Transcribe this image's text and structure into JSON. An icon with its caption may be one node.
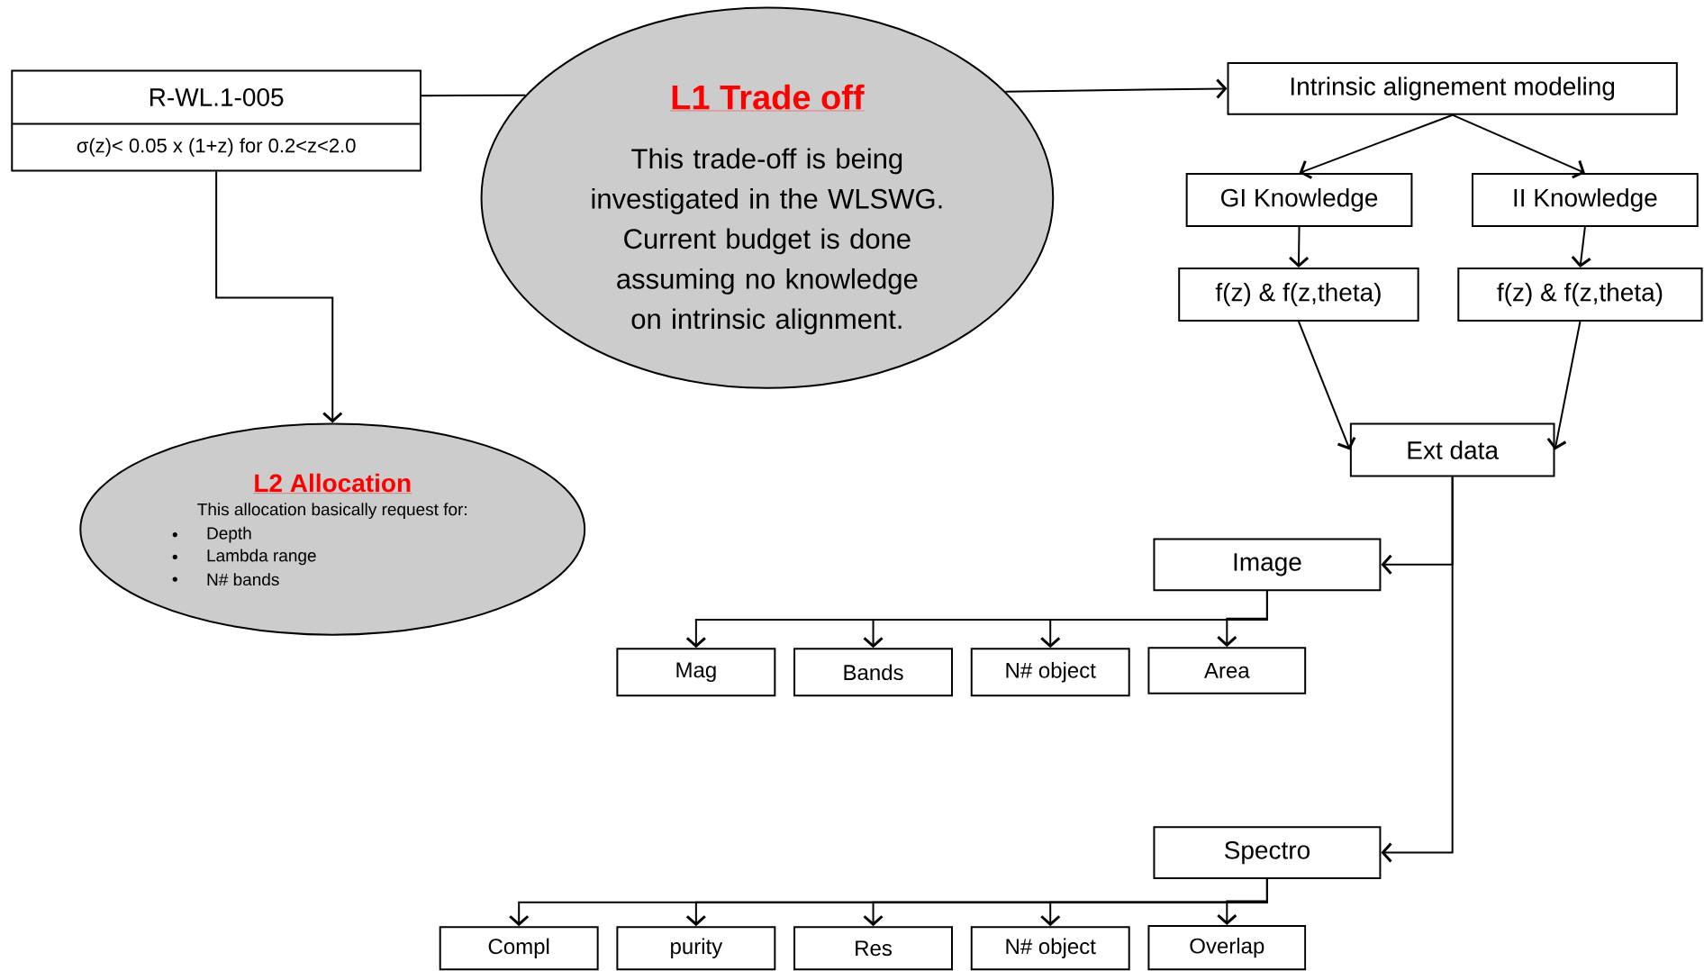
{
  "diagram": {
    "nodes": [
      {
        "text": [
          "R-WL.1-005",
          "σ(z)< 0.05 x (1+z) for 0.2<z<2.0"
        ]
      },
      {
        "text": [
          "L1 Trade off",
          "This trade-off is being investigated in the WLSWG. Current budget is done assuming no knowledge on intrinsic alignment."
        ]
      },
      {
        "text": [
          "L2 Allocation",
          "This allocation basically request for:",
          "Depth",
          "Lambda range",
          "N# bands"
        ]
      },
      {
        "text": [
          "Intrinsic alignement modeling"
        ]
      },
      {
        "text": [
          "GI Knowledge"
        ]
      },
      {
        "text": [
          "II Knowledge"
        ]
      },
      {
        "text": [
          "f(z) & f(z,theta)"
        ]
      },
      {
        "text": [
          "f(z) & f(z,theta)"
        ]
      },
      {
        "text": [
          "Ext data"
        ]
      },
      {
        "text": [
          "Image"
        ]
      },
      {
        "text": [
          "Mag"
        ]
      },
      {
        "text": [
          "Bands"
        ]
      },
      {
        "text": [
          "N# object"
        ]
      },
      {
        "text": [
          "Area"
        ]
      },
      {
        "text": [
          "Spectro"
        ]
      },
      {
        "text": [
          "Compl"
        ]
      },
      {
        "text": [
          "purity"
        ]
      },
      {
        "text": [
          "Res"
        ]
      },
      {
        "text": [
          "N# object"
        ]
      },
      {
        "text": [
          "Overlap"
        ]
      }
    ],
    "edges": [
      {
        "from": 0,
        "to": 1,
        "arrow": "none"
      },
      {
        "from": 1,
        "to": 3,
        "arrow": "to"
      },
      {
        "from": 0,
        "to": 2,
        "arrow": "to"
      },
      {
        "from": 3,
        "to": 4,
        "arrow": "to"
      },
      {
        "from": 3,
        "to": 5,
        "arrow": "to"
      },
      {
        "from": 4,
        "to": 6,
        "arrow": "to"
      },
      {
        "from": 5,
        "to": 7,
        "arrow": "to"
      },
      {
        "from": 6,
        "to": 8,
        "arrow": "to"
      },
      {
        "from": 7,
        "to": 8,
        "arrow": "to"
      },
      {
        "from": 8,
        "to": 9,
        "arrow": "to"
      },
      {
        "from": 8,
        "to": 14,
        "arrow": "to"
      },
      {
        "from": 9,
        "to": 10,
        "arrow": "to"
      },
      {
        "from": 9,
        "to": 11,
        "arrow": "to"
      },
      {
        "from": 9,
        "to": 12,
        "arrow": "to"
      },
      {
        "from": 9,
        "to": 13,
        "arrow": "to"
      },
      {
        "from": 14,
        "to": 15,
        "arrow": "to"
      },
      {
        "from": 14,
        "to": 16,
        "arrow": "to"
      },
      {
        "from": 14,
        "to": 17,
        "arrow": "to"
      },
      {
        "from": 14,
        "to": 18,
        "arrow": "to"
      },
      {
        "from": 14,
        "to": 19,
        "arrow": "to"
      }
    ]
  }
}
